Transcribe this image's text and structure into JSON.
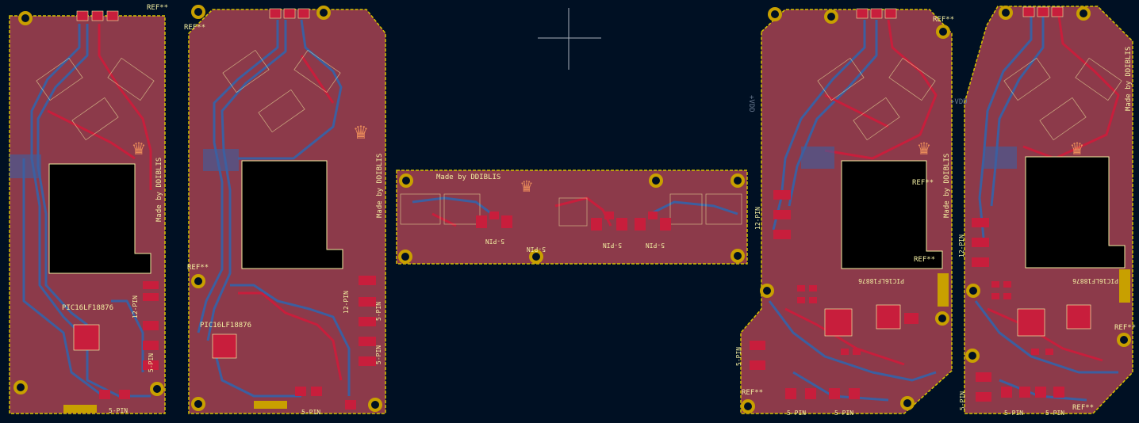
{
  "app": {
    "view": "PCB editor canvas",
    "background_color": "#001023",
    "board_color": "#8c3a4a",
    "edge_color": "#d4c200",
    "copper_front_color": "#c81e3c",
    "copper_back_color": "#3c5fa0",
    "silk_color": "#f2eda1",
    "hole_ring_color": "#c8a000"
  },
  "boards": [
    {
      "ref_labels": [
        "REF**"
      ],
      "maker_text": "Made by DDIBLIS",
      "chip_label": "PIC16LF18876",
      "connector_labels": [
        "12-PIN",
        "5-PIN",
        "5-PIN"
      ]
    },
    {
      "ref_labels": [
        "REF**",
        "REF**"
      ],
      "maker_text": "Made by DDIBLIS",
      "chip_label": "PIC16LF18876",
      "connector_labels": [
        "12-PIN",
        "5-PIN",
        "5-PIN",
        "5-PIN"
      ]
    },
    {
      "maker_text": "Made by DDIBLIS",
      "connector_labels": [
        "5-PIN",
        "5-PIN",
        "5-PIN",
        "5-PIN"
      ]
    },
    {
      "ref_labels": [
        "REF**",
        "REF**",
        "REF**",
        "REF**"
      ],
      "maker_text": "Made by DDIBLIS",
      "chip_label": "PIC16LF18876",
      "connector_labels": [
        "12-PIN",
        "5-PIN",
        "5-PIN",
        "5-PIN"
      ],
      "mirrored_text": "+VDD"
    },
    {
      "ref_labels": [
        "REF**",
        "REF**"
      ],
      "maker_text": "Made by DDIBLIS",
      "chip_label": "PIC16LF18876",
      "connector_labels": [
        "12-PIN",
        "5-PIN",
        "5-PIN",
        "5-PIN"
      ],
      "mirrored_text": "+VDD"
    }
  ]
}
